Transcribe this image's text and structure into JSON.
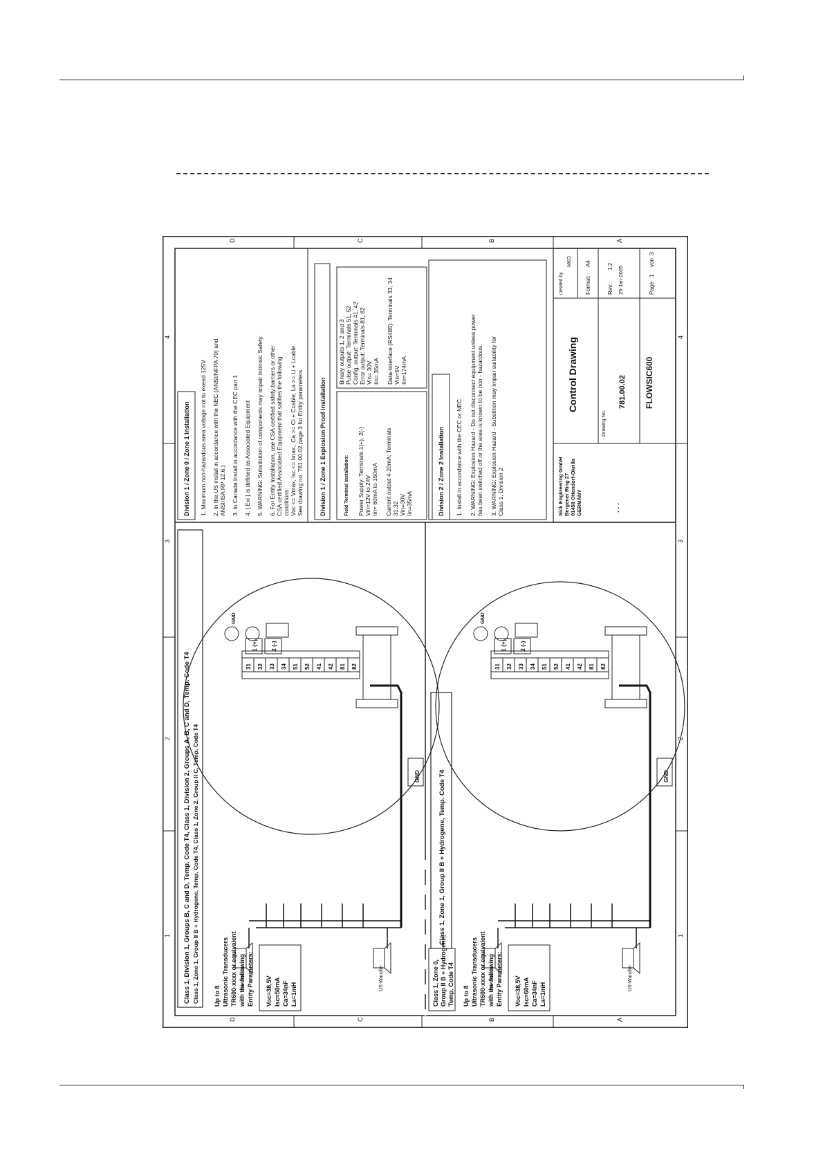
{
  "border_labels": {
    "rows": [
      "D",
      "C",
      "B",
      "A"
    ],
    "cols": [
      "1",
      "2",
      "3",
      "4"
    ]
  },
  "upper_panel": {
    "heading_line1": "Class 1, Division 1, Groups B, C and D, Temp. Code T4, Class 1, Division 2, Groups A, B, C and D, Temp. Code T4",
    "heading_line2": "Class 1, Zone 1, Group II B + Hydrogene, Temp. Code T4, Class 1, Zone 2, Group II C, Temp. Code T4",
    "transducer_text": [
      "Up to 8",
      "Ultrasonic Transducers",
      "TR600-xxxx or equivalent",
      "with the following",
      "Entity Parameters:"
    ],
    "entity_params": [
      "Voc=38,5V",
      "Isc=50mA",
      "Ca=34nF",
      "La=1mH"
    ],
    "wandler_label": "US-Wandler"
  },
  "lower_panel": {
    "heading": "Class 1, Zone 1, Group II B + Hydrogene, Temp. Code T4",
    "zone_label": [
      "Class 1, Zone 0,",
      "Group II B + Hydrogene,",
      "Temp. Code T4"
    ],
    "transducer_text": [
      "Up to 8",
      "Ultrasonic Transducers",
      "TR600-xxxx or equivalent",
      "with the following",
      "Entity Parameters:"
    ],
    "entity_params": [
      "Voc=38,5V",
      "Isc=60mA",
      "Ca=34nF",
      "La=1mH"
    ],
    "wandler_label": "US-Wandler"
  },
  "terminal_block": {
    "t1": "1 (+)",
    "t2": "2 (-)",
    "gnd": "GND",
    "outer_gnd": "GND",
    "numbers": [
      "31",
      "32",
      "33",
      "34",
      "51",
      "52",
      "41",
      "42",
      "81",
      "82"
    ]
  },
  "div1_zone1": {
    "title": "Division 1 / Zone 0 / Zone 1 Installation",
    "notes": [
      "1. Maximum non-hazardous area voltage not to exeed 125V",
      "2. In the US install in accordance with the NEC (ANSI/NFPA 70) and",
      "    ANSI/ISA RP 12.6.)",
      "3. In Canada install in accordance with the CEC part 1",
      "4. [ Exi ] is defined as Associated Equipment",
      "5. WARNING: Substitution of components may impair Intrinsic Safety.",
      "6. For Entity Installation, use CSA certified safety barriers or other",
      "    CSA certified Associated Equipment that satifies the following",
      "    conditions:",
      "    Voc <= Vmax, Isc <= Imax., Ca >= Ci + Ccable, La >= Li + Lcable.",
      "    See drawing no. 781.00.02 page 3 for Entity parameters"
    ]
  },
  "explosion_proof": {
    "title": "Division 1 / Zone 1 Explosion Proof installation",
    "field_title": "Field Terminal Installation:",
    "left_lines": [
      "Power Supply: Terminals 1(+), 2(-)",
      "Vin=12V to 24V",
      "Iin= 60mA to 150mA",
      "",
      "Current output 4-20mA: Terminals",
      "31,32",
      "Vin=30V",
      "Iin=35mA"
    ],
    "right_lines": [
      "Binary outputs 1, 2 and 3",
      "Pulse output: Terminals 51, 52",
      "Config. output: Terminals 41, 42",
      "Error output: Terminals 81, 82",
      "Vin= 30V",
      "Iin= 35mA",
      "",
      "Data-Interface (RS485): Terminals 33, 34",
      "Vin=5V",
      "Iin=174mA"
    ]
  },
  "div2": {
    "title": "Division 2 / Zone 2 Installation",
    "notes": [
      "1. Install in accordance with the CEC or NEC.",
      "2. WARNING: Explosion Hazard - Do not disconnect equipment unless power",
      "                  has been switched off or the area is known to be non - hazardous.",
      "3. WARNING: Explosion Hazard - Substition may impair suitability for",
      "                          Class 1, Division 2"
    ]
  },
  "title_block": {
    "company": [
      "Sick Engineering GmbH",
      "Bergener Ring 27",
      "01458 Ottendorf-Okrilla",
      "GERMANY"
    ],
    "dots": ". . .",
    "title": "Control Drawing",
    "drawing_no_label": "Drawing No.",
    "drawing_no": "781.00.02",
    "product": "FLOWSIC600",
    "created_by_label": "created by",
    "created_by": "MKO",
    "format_label": "Format:",
    "format": "A4",
    "rev_label": "Rev.:",
    "rev": "1.2",
    "date": "25-Jan-2005",
    "page_label": "Page",
    "page": "1",
    "von": "von",
    "total_pages": "3"
  }
}
